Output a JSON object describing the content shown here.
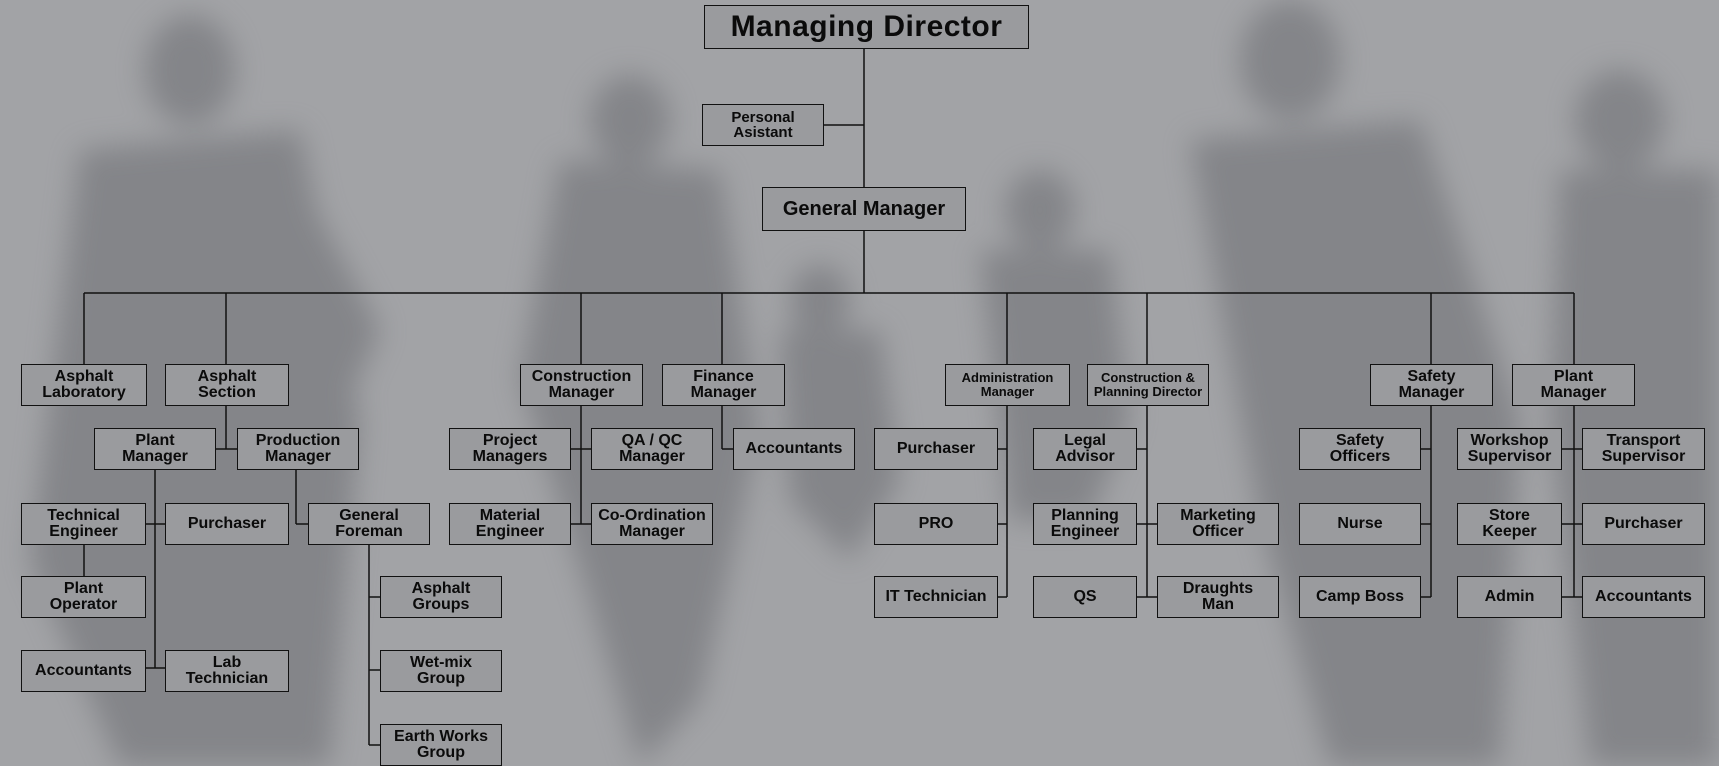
{
  "org_chart": {
    "managing_director": "Managing Director",
    "personal_assistant": "Personal\nAsistant",
    "general_manager": "General Manager",
    "asphalt_laboratory": "Asphalt\nLaboratory",
    "asphalt_section": "Asphalt\nSection",
    "plant_manager_asphalt": "Plant\nManager",
    "production_manager": "Production\nManager",
    "technical_engineer": "Technical\nEngineer",
    "purchaser_asphalt": "Purchaser",
    "plant_operator": "Plant\nOperator",
    "general_foreman": "General\nForeman",
    "asphalt_groups": "Asphalt\nGroups",
    "wetmix_group": "Wet-mix\nGroup",
    "earthworks_group": "Earth Works\nGroup",
    "accountants_asphalt": "Accountants",
    "lab_technician": "Lab\nTechnician",
    "construction_manager": "Construction\nManager",
    "project_managers": "Project\nManagers",
    "qa_qc_manager": "QA / QC\nManager",
    "material_engineer": "Material\nEngineer",
    "coordination_manager": "Co-Ordination\nManager",
    "finance_manager": "Finance\nManager",
    "accountants_finance": "Accountants",
    "administration_manager": "Administration\nManager",
    "purchaser_admin": "Purchaser",
    "pro": "PRO",
    "it_technician": "IT Technician",
    "construction_planning_director": "Construction &\nPlanning Director",
    "legal_advisor": "Legal\nAdvisor",
    "planning_engineer": "Planning\nEngineer",
    "marketing_officer": "Marketing\nOfficer",
    "qs": "QS",
    "draughts_man": "Draughts\nMan",
    "safety_manager": "Safety\nManager",
    "safety_officers": "Safety\nOfficers",
    "nurse": "Nurse",
    "camp_boss": "Camp Boss",
    "plant_manager_main": "Plant\nManager",
    "workshop_supervisor": "Workshop\nSupervisor",
    "transport_supervisor": "Transport\nSupervisor",
    "store_keeper": "Store\nKeeper",
    "purchaser_plant": "Purchaser",
    "admin": "Admin",
    "accountants_plant": "Accountants"
  },
  "colors": {
    "background": "#a2a3a6",
    "box_fill": "#9a9b9e",
    "line": "#111111",
    "silhouette": "#7d7e82"
  }
}
